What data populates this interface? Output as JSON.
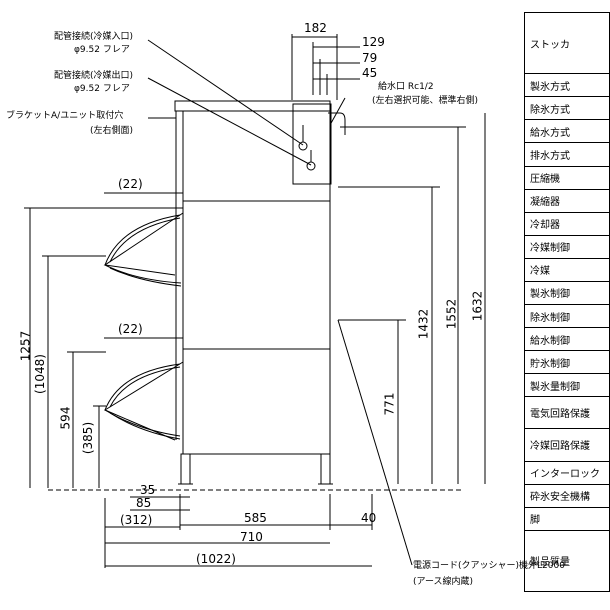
{
  "pipe_in": {
    "label": "配管接続(冷媒入口)",
    "spec": "φ9.52 フレア"
  },
  "pipe_out": {
    "label": "配管接続(冷媒出口)",
    "spec": "φ9.52 フレア"
  },
  "bracket": {
    "label": "ブラケットA/ユニット取付穴",
    "side": "(左右側面)"
  },
  "water_inlet": {
    "label": "給水口 Rc1/2",
    "note": "(左右選択可能、標準右側)"
  },
  "power_cord": {
    "label": "電源コード(クアッシャー)機外L2000",
    "note": "(アース線内蔵)"
  },
  "dims": {
    "top_182": "182",
    "top_129": "129",
    "top_79": "79",
    "top_45": "45",
    "gap_upper": "(22)",
    "gap_lower": "(22)",
    "h_1257": "1257",
    "h_1048": "(1048)",
    "h_594": "594",
    "h_385": "(385)",
    "h_771": "771",
    "h_1432": "1432",
    "h_1552": "1552",
    "h_1632": "1632",
    "w_35": "35",
    "w_85": "85",
    "w_312": "(312)",
    "w_585": "585",
    "w_40": "40",
    "w_710": "710",
    "w_1022": "(1022)"
  },
  "spec_rows": [
    "ストッカ",
    "製氷方式",
    "除氷方式",
    "給水方式",
    "排水方式",
    "圧縮機",
    "凝縮器",
    "冷却器",
    "冷媒制御",
    "冷媒",
    "製氷制御",
    "除氷制御",
    "給水制御",
    "貯氷制御",
    "製氷量制御",
    "電気回路保護",
    "冷媒回路保護",
    "インターロック",
    "砕氷安全機構",
    "脚",
    "製品質量"
  ]
}
